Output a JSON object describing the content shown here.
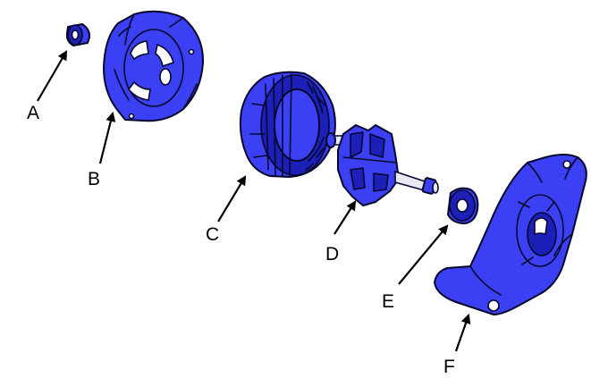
{
  "parts": [
    {
      "id": "A",
      "label": "A",
      "icon": "bearing-sleeve-icon"
    },
    {
      "id": "B",
      "label": "B",
      "icon": "rear-housing-icon"
    },
    {
      "id": "C",
      "label": "C",
      "icon": "stator-ring-icon"
    },
    {
      "id": "D",
      "label": "D",
      "icon": "rotor-shaft-icon"
    },
    {
      "id": "E",
      "label": "E",
      "icon": "bearing-ring-icon"
    },
    {
      "id": "F",
      "label": "F",
      "icon": "front-housing-icon"
    }
  ],
  "colors": {
    "part_fill": "#3b40f5",
    "part_shade": "#1c20b8",
    "outline": "#06072a",
    "arrow": "#000000",
    "background": "#ffffff"
  }
}
